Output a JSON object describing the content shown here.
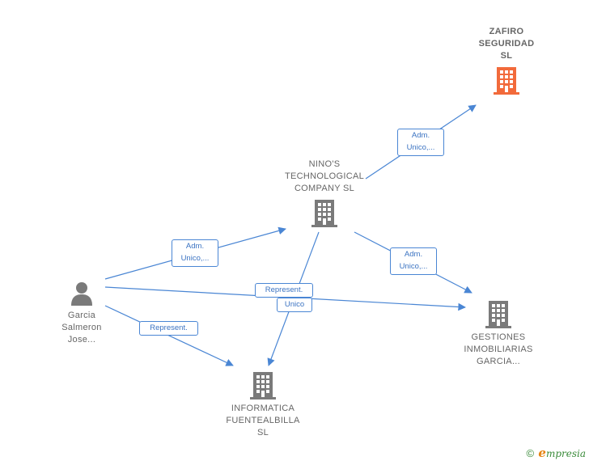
{
  "nodes": {
    "zafiro": {
      "label": "ZAFIRO\nSEGURIDAD\nSL",
      "color": "#f26a3b",
      "icon": "building-icon"
    },
    "ninos": {
      "label": "NINO'S\nTECHNOLOGICAL\nCOMPANY  SL",
      "color": "#7a7a7a",
      "icon": "building-icon"
    },
    "garcia": {
      "label": "Garcia\nSalmeron\nJose...",
      "color": "#7a7a7a",
      "icon": "person-icon"
    },
    "gestiones": {
      "label": "GESTIONES\nINMOBILIARIAS\nGARCIA...",
      "color": "#7a7a7a",
      "icon": "building-icon"
    },
    "informatica": {
      "label": "INFORMATICA\nFUENTEALBILLA\nSL",
      "color": "#7a7a7a",
      "icon": "building-icon"
    }
  },
  "edges": {
    "ninos_zafiro": "Adm.\nUnico,...",
    "garcia_ninos": "Adm.\nUnico,...",
    "ninos_gestiones": "Adm.\nUnico,...",
    "garcia_gestiones": "Represent.",
    "ninos_informatica": "Unico",
    "garcia_informatica": "Represent."
  },
  "colors": {
    "edge": "#4a86d4",
    "accent": "#f26a3b"
  },
  "footer": {
    "copyright": "©",
    "brand_first": "e",
    "brand_rest": "mpresia"
  }
}
